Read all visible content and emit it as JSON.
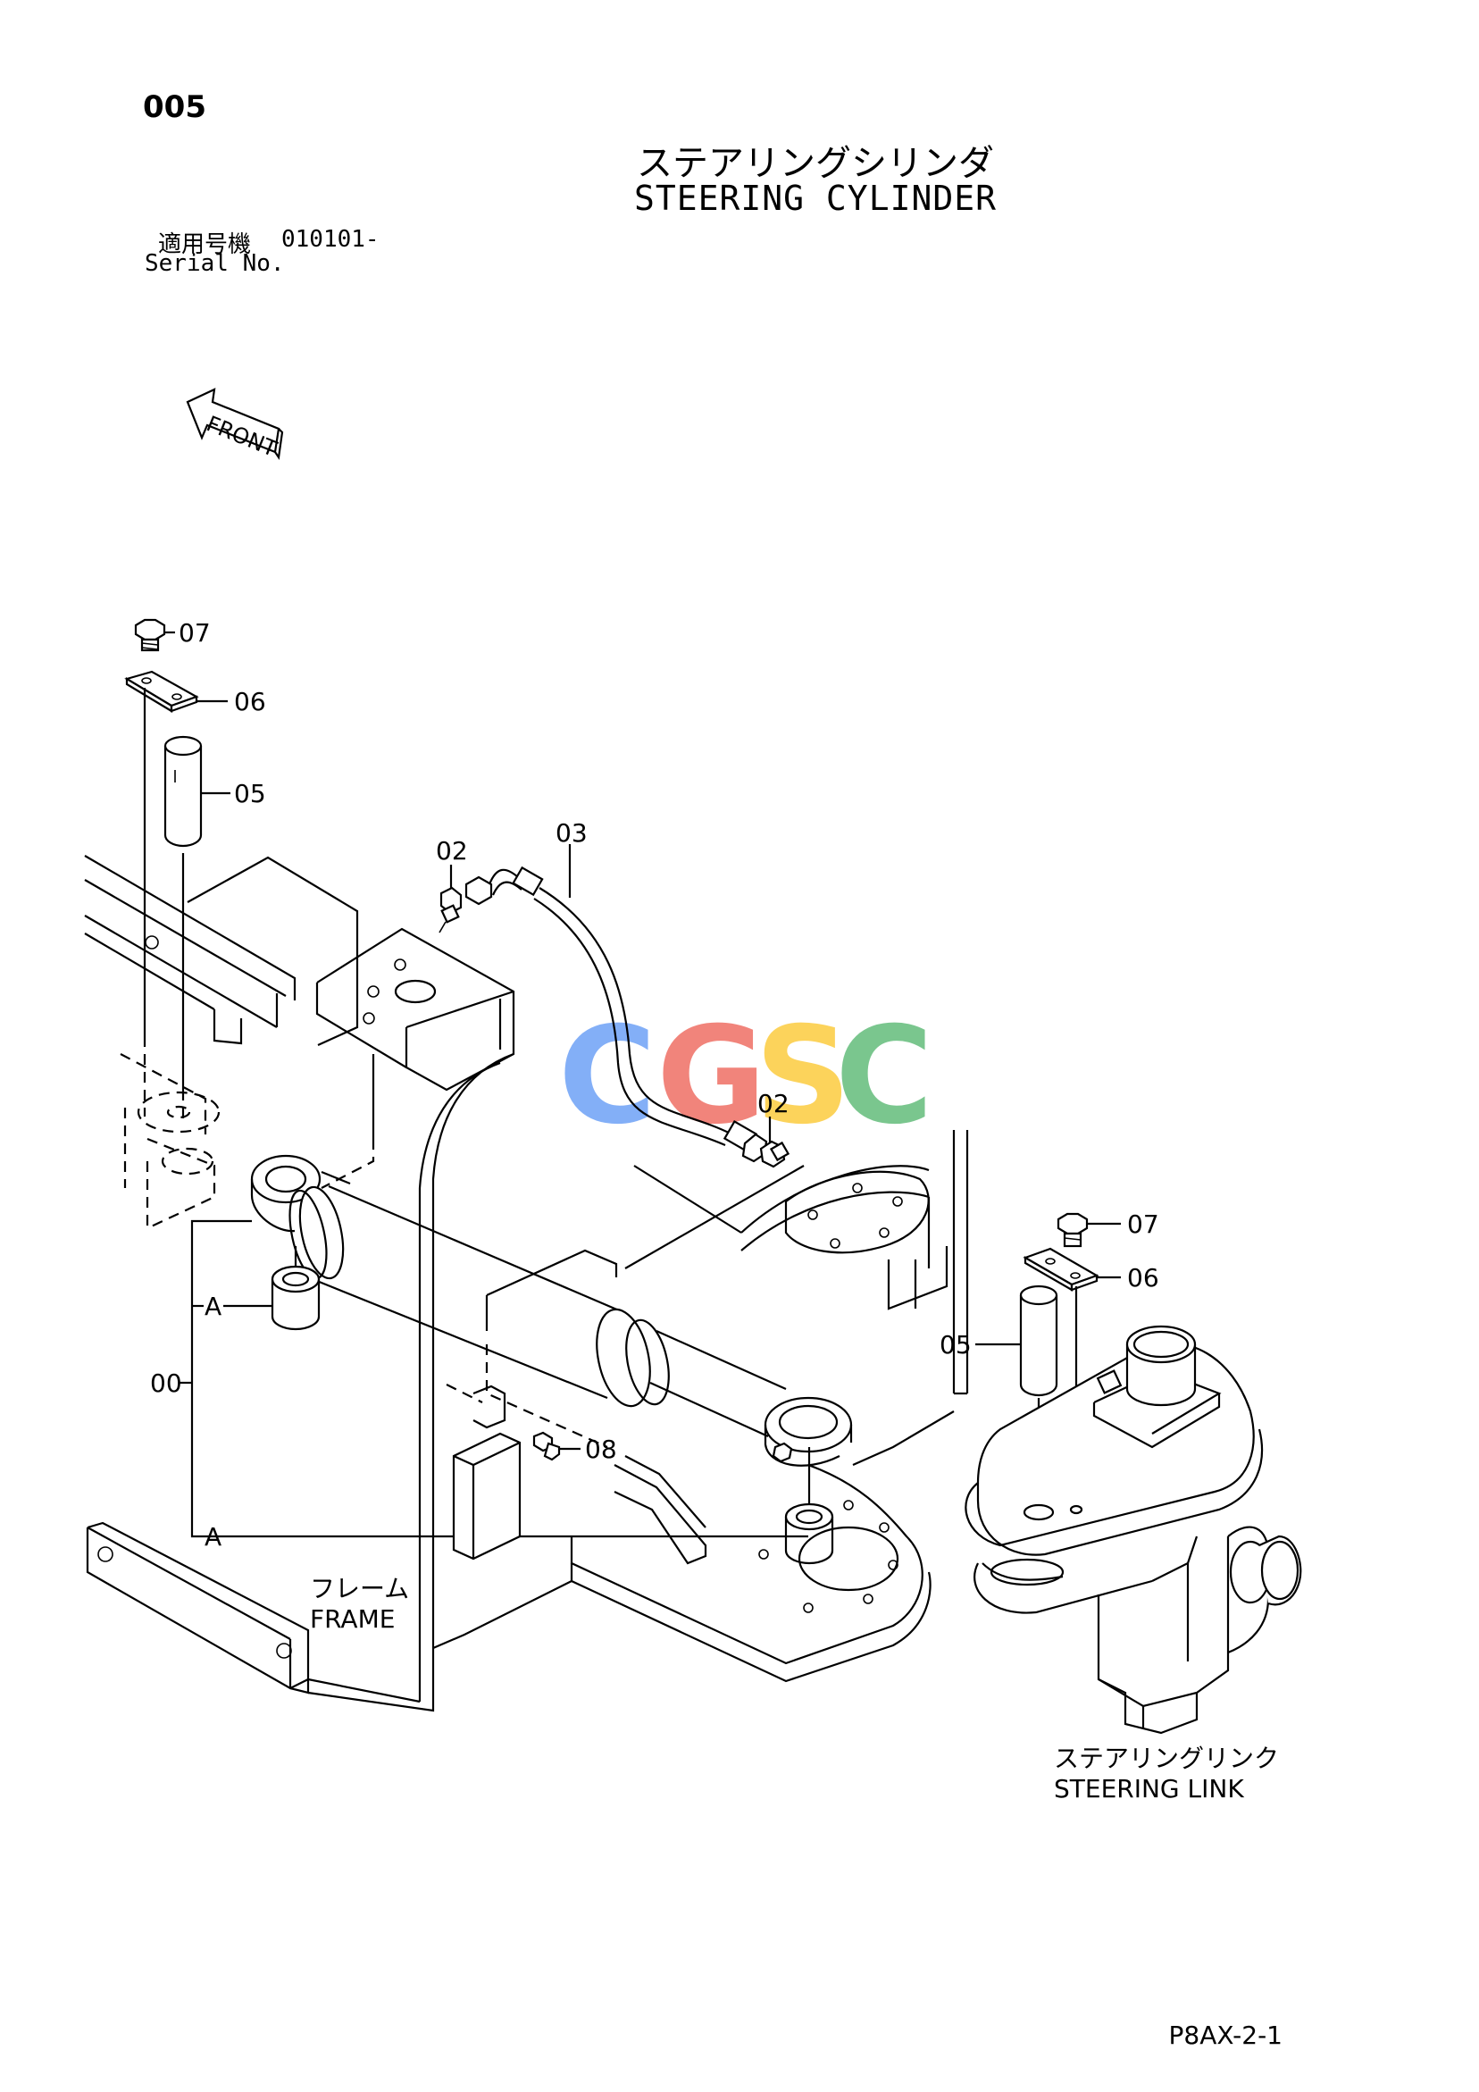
{
  "header": {
    "page_number": "005",
    "title_jp": "ステアリングシリンダ",
    "title_en": "STEERING CYLINDER",
    "serial_label_jp": "適用号機",
    "serial_value": "010101-",
    "serial_label_en": "Serial No."
  },
  "front_arrow": {
    "label": "FRONT"
  },
  "callouts": {
    "top_bolt": "07",
    "top_plate": "06",
    "top_pin": "05",
    "fitting_upper": "02",
    "hose": "03",
    "fitting_lower": "02",
    "right_bolt": "07",
    "right_plate": "06",
    "right_pin": "05",
    "grease_nipple": "08",
    "assembly": "00",
    "bushing_a_top": "A",
    "bushing_a_bottom": "A"
  },
  "labels": {
    "frame_jp": "フレーム",
    "frame_en": "FRAME",
    "link_jp": "ステアリングリンク",
    "link_en": "STEERING LINK"
  },
  "watermark": {
    "letters": [
      "C",
      "G",
      "S",
      "C"
    ],
    "colors": [
      "#4285F4",
      "#EA4335",
      "#FBBC05",
      "#34A853"
    ]
  },
  "footer": {
    "code": "P8AX-2-1"
  }
}
